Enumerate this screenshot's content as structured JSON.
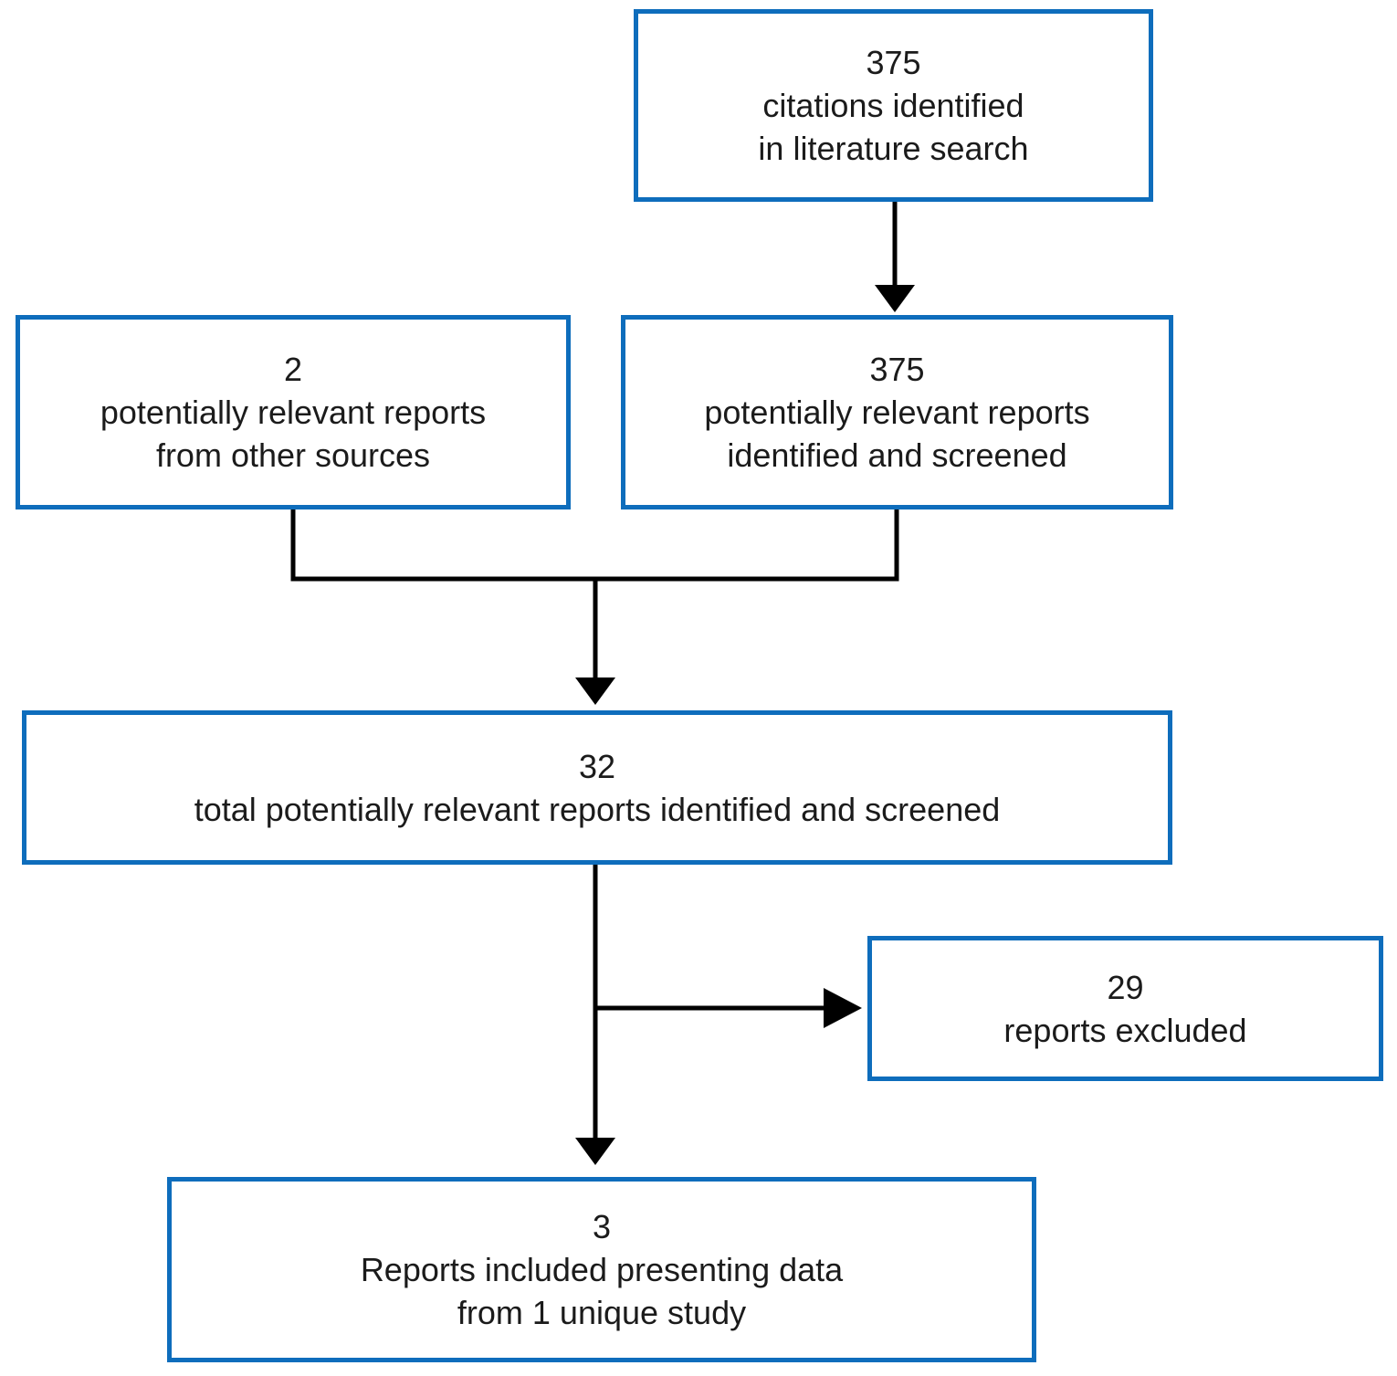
{
  "diagram": {
    "type": "flowchart",
    "colors": {
      "box_border": "#0E6DBC",
      "connector": "#000000",
      "text": "#1B1B1B",
      "background": "#FFFFFF"
    },
    "boxes": {
      "citations": {
        "count": "375",
        "line1": "citations identified",
        "line2": "in literature search"
      },
      "other_sources": {
        "count": "2",
        "line1": "potentially relevant reports",
        "line2": "from other sources"
      },
      "screened": {
        "count": "375",
        "line1": "potentially relevant reports",
        "line2": "identified and screened"
      },
      "total": {
        "count": "32",
        "line1": "total potentially relevant reports identified and screened"
      },
      "excluded": {
        "count": "29",
        "line1": "reports excluded"
      },
      "included": {
        "count": "3",
        "line1": "Reports included presenting data",
        "line2": "from 1 unique study"
      }
    }
  }
}
